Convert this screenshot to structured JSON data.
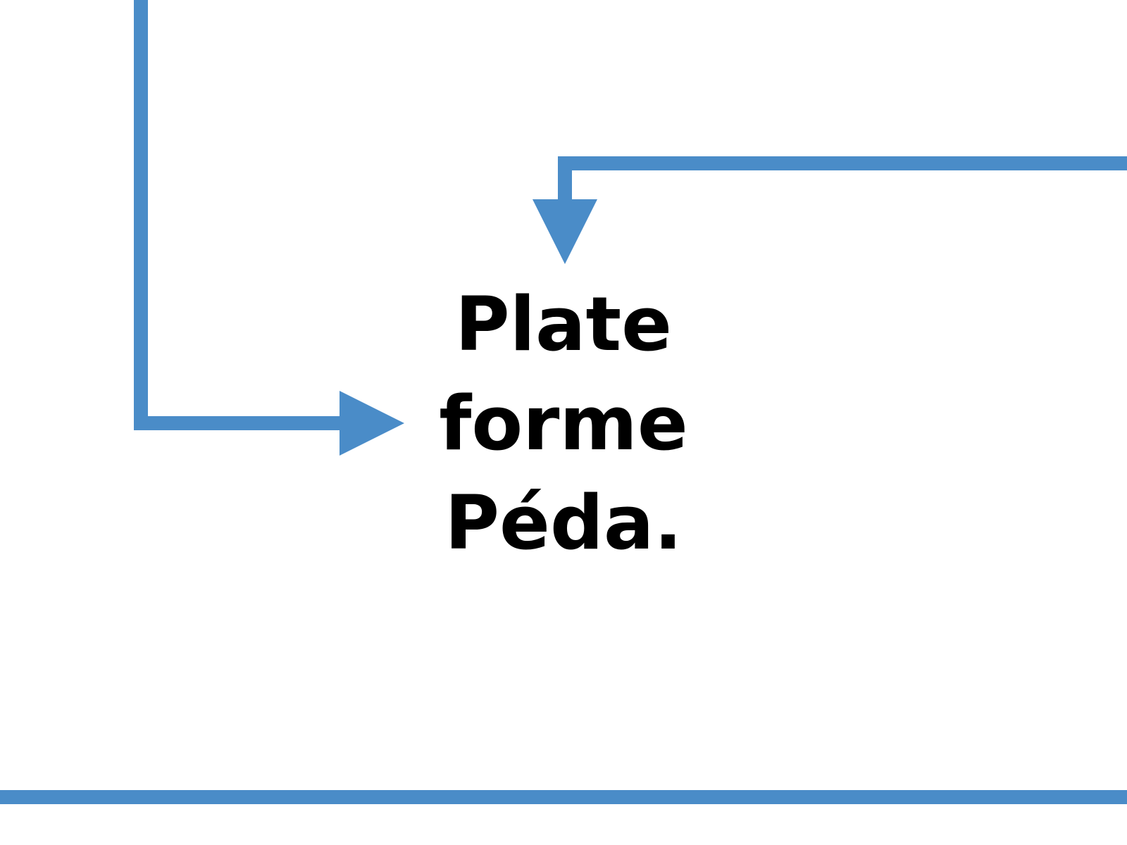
{
  "diagram": {
    "node": {
      "lines": [
        "Plate",
        "forme",
        "Péda."
      ]
    },
    "colors": {
      "connector": "#4a8cc8",
      "text": "#000000",
      "background": "#ffffff"
    }
  }
}
